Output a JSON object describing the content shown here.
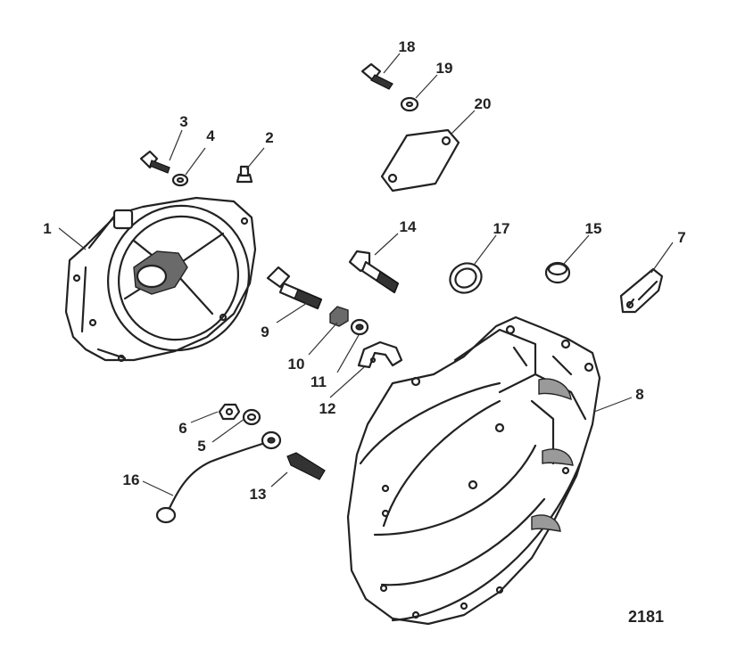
{
  "callouts": {
    "c1": "1",
    "c2": "2",
    "c3": "3",
    "c4": "4",
    "c5": "5",
    "c6": "6",
    "c7": "7",
    "c8": "8",
    "c9": "9",
    "c10": "10",
    "c11": "11",
    "c12": "12",
    "c13": "13",
    "c14": "14",
    "c15": "15",
    "c16": "16",
    "c17": "17",
    "c18": "18",
    "c19": "19",
    "c20": "20"
  },
  "figure_number": "2181"
}
